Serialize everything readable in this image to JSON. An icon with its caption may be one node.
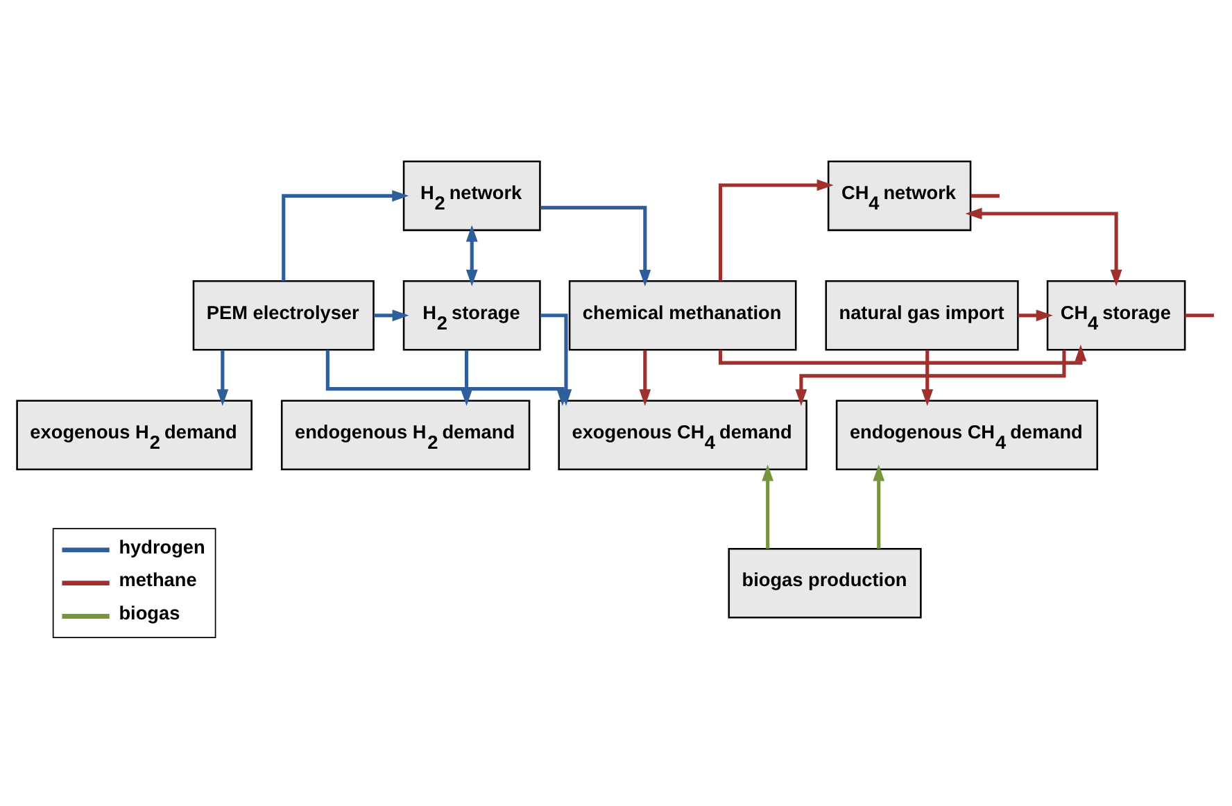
{
  "diagram": {
    "nodes": [
      {
        "text": [
          "H$_{2}$ network"
        ]
      },
      {
        "text": [
          "PEM electrolyser"
        ]
      },
      {
        "text": [
          "H$_{2}$ storage"
        ]
      },
      {
        "text": [
          "chemical methanation"
        ]
      },
      {
        "text": [
          "CH$_{4}$ network"
        ]
      },
      {
        "text": [
          "CH$_{4}$ storage"
        ]
      },
      {
        "text": [
          "natural gas import"
        ]
      },
      {
        "text": [
          "exogenous H$_{2}$ demand"
        ]
      },
      {
        "text": [
          "endogenous H$_{2}$ demand"
        ]
      },
      {
        "text": [
          "exogenous CH$_{4}$ demand"
        ]
      },
      {
        "text": [
          "endogenous CH$_{4}$ demand"
        ]
      },
      {
        "text": [
          "biogas production"
        ]
      }
    ],
    "edges": [
      {
        "from": 1,
        "to": 0,
        "arrow": "to",
        "color": "#2e5f9a"
      },
      {
        "from": 1,
        "to": 2,
        "arrow": "to",
        "color": "#2e5f9a"
      },
      {
        "from": 0,
        "to": 2,
        "arrow": "both",
        "color": "#2e5f9a"
      },
      {
        "from": 0,
        "to": 3,
        "arrow": "to",
        "color": "#2e5f9a"
      },
      {
        "from": 1,
        "to": 7,
        "arrow": "to",
        "color": "#2e5f9a"
      },
      {
        "from": 1,
        "to": 9,
        "arrow": "to",
        "color": "#2e5f9a"
      },
      {
        "from": 2,
        "to": 8,
        "arrow": "to",
        "color": "#2e5f9a"
      },
      {
        "from": 2,
        "to": 9,
        "arrow": "to",
        "color": "#2e5f9a"
      },
      {
        "from": 3,
        "to": 4,
        "arrow": "to",
        "color": "#a0302e"
      },
      {
        "from": 3,
        "to": 5,
        "arrow": "to",
        "color": "#a0302e"
      },
      {
        "from": 4,
        "to": 5,
        "arrow": "both",
        "color": "#a0302e"
      },
      {
        "from": 6,
        "to": 5,
        "arrow": "to",
        "color": "#a0302e"
      },
      {
        "from": 4,
        "to": null,
        "arrow": "none",
        "color": "#a0302e"
      },
      {
        "from": 3,
        "to": 9,
        "arrow": "to",
        "color": "#a0302e"
      },
      {
        "from": 5,
        "to": 9,
        "arrow": "to",
        "color": "#a0302e"
      },
      {
        "from": 5,
        "to": null,
        "arrow": "none",
        "color": "#a0302e"
      },
      {
        "from": 6,
        "to": 10,
        "arrow": "to",
        "color": "#a0302e"
      },
      {
        "from": 11,
        "to": 9,
        "arrow": "to",
        "color": "#77963c"
      },
      {
        "from": 11,
        "to": 10,
        "arrow": "to",
        "color": "#77963c"
      }
    ],
    "legend": [
      {
        "text": "hydrogen",
        "color": "#2e5f9a"
      },
      {
        "text": "methane",
        "color": "#a0302e"
      },
      {
        "text": "biogas",
        "color": "#77963c"
      }
    ]
  }
}
